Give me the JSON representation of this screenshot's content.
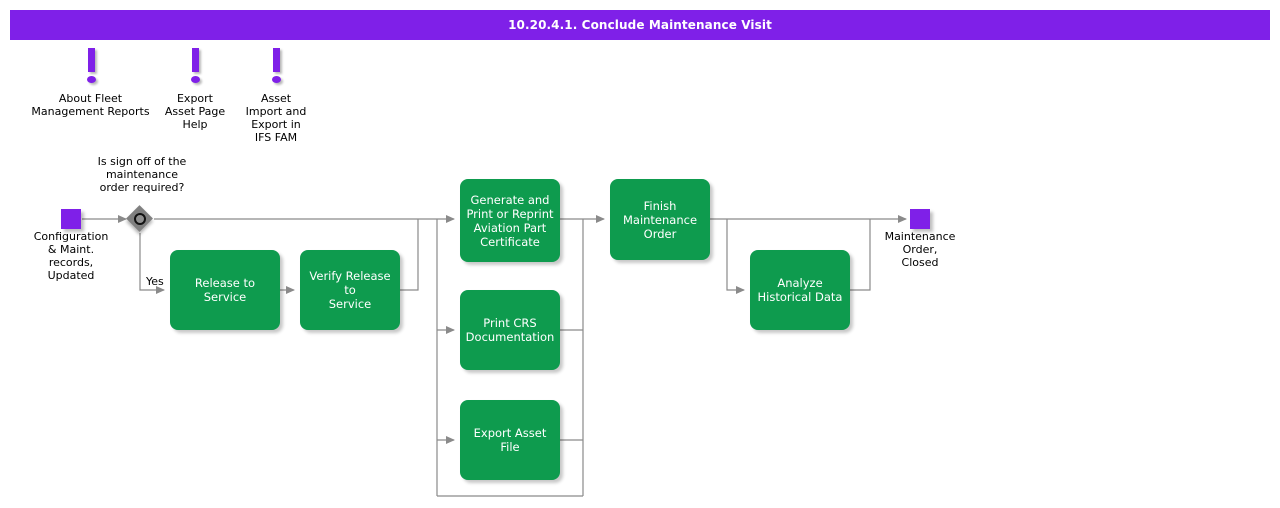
{
  "header": {
    "title": "10.20.4.1. Conclude Maintenance Visit",
    "bar_color": "#7F20E8",
    "text_color": "#FFFFFF"
  },
  "colors": {
    "accent_purple": "#7F20E8",
    "activity_green": "#0E9B4E",
    "gateway_gray": "#808080",
    "edge_gray": "#808080",
    "canvas": "#FFFFFF"
  },
  "notes": [
    {
      "icon": "exclamation-icon",
      "label": "About Fleet\nManagement Reports"
    },
    {
      "icon": "exclamation-icon",
      "label": "Export\nAsset Page\nHelp"
    },
    {
      "icon": "exclamation-icon",
      "label": "Asset\nImport and\nExport in\nIFS FAM"
    }
  ],
  "start_node": {
    "type": "terminator",
    "label": "Configuration\n& Maint.\nrecords,\nUpdated"
  },
  "gateway": {
    "type": "decision",
    "question": "Is sign off of the\nmaintenance\norder required?",
    "branch_label": "Yes"
  },
  "activities": [
    {
      "id": "release-to-service",
      "label": "Release to\nService"
    },
    {
      "id": "verify-release-to-service",
      "label": "Verify Release to\nService"
    },
    {
      "id": "generate-print-reprint-aviation-part-certificate",
      "label": "Generate and\nPrint or Reprint\nAviation Part\nCertificate"
    },
    {
      "id": "print-crs-documentation",
      "label": "Print CRS\nDocumentation"
    },
    {
      "id": "export-asset-file",
      "label": "Export Asset File"
    },
    {
      "id": "finish-maintenance-order",
      "label": "Finish\nMaintenance\nOrder"
    },
    {
      "id": "analyze-historical-data",
      "label": "Analyze\nHistorical Data"
    }
  ],
  "end_node": {
    "type": "terminator",
    "label": "Maintenance\nOrder,\nClosed"
  }
}
